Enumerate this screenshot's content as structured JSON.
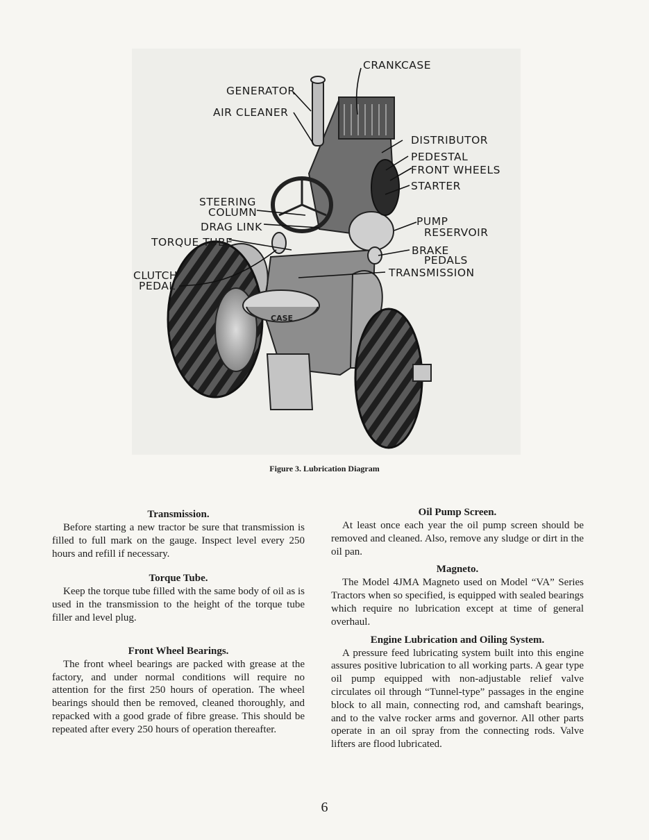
{
  "figure": {
    "labels": {
      "crankcase": "CRANKCASE",
      "generator": "GENERATOR",
      "air_cleaner": "AIR CLEANER",
      "distributor": "DISTRIBUTOR",
      "pedestal": "PEDESTAL",
      "front_wheels": "FRONT WHEELS",
      "starter": "STARTER",
      "steering_column_1": "STEERING",
      "steering_column_2": "COLUMN",
      "drag_link": "DRAG LINK",
      "pump_reservoir_1": "PUMP",
      "pump_reservoir_2": "RESERVOIR",
      "torque_tube": "TORQUE TUBE",
      "brake_pedals_1": "BRAKE",
      "brake_pedals_2": "PEDALS",
      "clutch_pedal_1": "CLUTCH",
      "clutch_pedal_2": "PEDAL",
      "transmission": "TRANSMISSION",
      "seat_logo": "CASE"
    },
    "caption": "Figure 3. Lubrication Diagram"
  },
  "left_column": [
    {
      "heading": "Transmission.",
      "body": "Before starting a new tractor be sure that transmission is filled to full mark on the gauge. Inspect level every 250 hours and refill if necessary."
    },
    {
      "heading": "Torque Tube.",
      "body": "Keep the torque tube filled with the same body of oil as is used in the transmission to the height of the torque tube filler and level plug."
    },
    {
      "heading": "Front Wheel Bearings.",
      "body": "The front wheel bearings are packed with grease at the factory, and under normal conditions will require no attention for the first 250 hours of operation. The wheel bearings should then be removed, cleaned thoroughly, and repacked with a good grade of fibre grease. This should be repeated after every 250 hours of operation thereafter."
    }
  ],
  "right_column": [
    {
      "heading": "Oil Pump Screen.",
      "body": "At least once each year the oil pump screen should be removed and cleaned. Also, remove any sludge or dirt in the oil pan."
    },
    {
      "heading": "Magneto.",
      "body": "The Model 4JMA Magneto used on Model “VA” Series Tractors when so specified, is equipped with sealed bearings which require no lubrication except at time of general overhaul."
    },
    {
      "heading": "Engine Lubrication and Oiling System.",
      "body": "A pressure feed lubricating system built into this engine assures positive lubrication to all working parts. A gear type oil pump equipped with non-adjustable relief valve circulates oil through “Tunnel-type” passages in the engine block to all main, connecting rod, and camshaft bearings, and to the valve rocker arms and governor. All other parts operate in an oil spray from the connecting rods. Valve lifters are flood lubricated."
    }
  ],
  "page_number": "6"
}
